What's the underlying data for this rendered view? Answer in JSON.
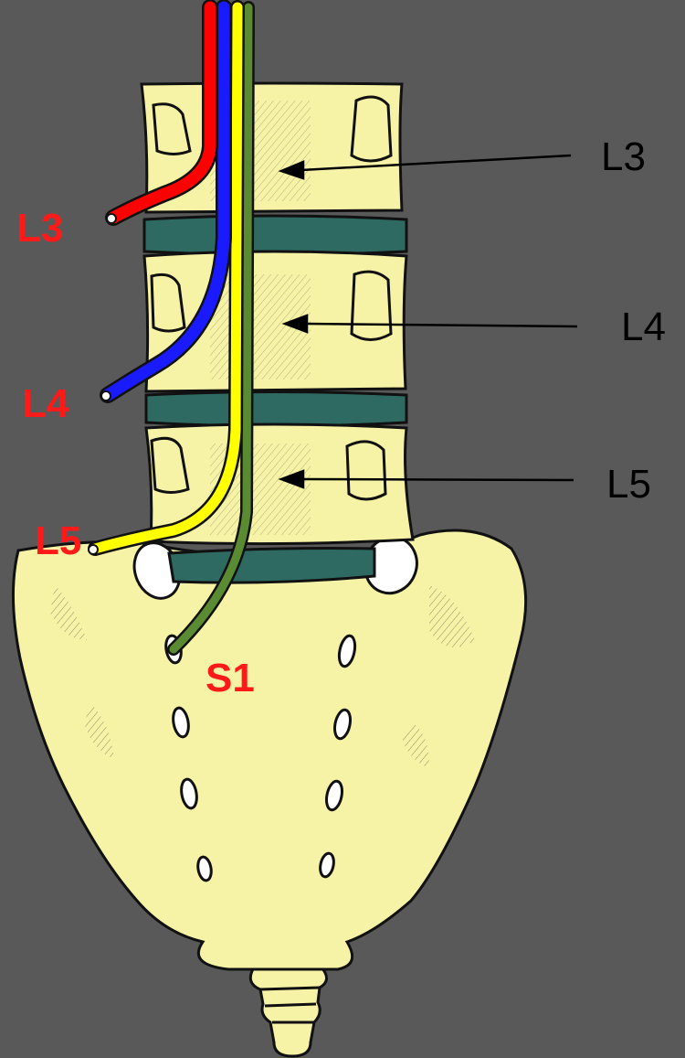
{
  "colors": {
    "background": "#595959",
    "bone": "#f7f3a6",
    "disc": "#2e6a62",
    "outline": "#111111",
    "root_l3": "#ff0000",
    "root_l4": "#1a1aff",
    "root_l5": "#ffff00",
    "root_s1": "#5a8a32",
    "root_label": "#ff1a1a",
    "vertebra_label": "#000000"
  },
  "nerve_roots": [
    {
      "label": "L3",
      "color": "#ff0000"
    },
    {
      "label": "L4",
      "color": "#1a1aff"
    },
    {
      "label": "L5",
      "color": "#ffff00"
    },
    {
      "label": "S1",
      "color": "#5a8a32"
    }
  ],
  "vertebrae": [
    {
      "label": "L3"
    },
    {
      "label": "L4"
    },
    {
      "label": "L5"
    }
  ]
}
